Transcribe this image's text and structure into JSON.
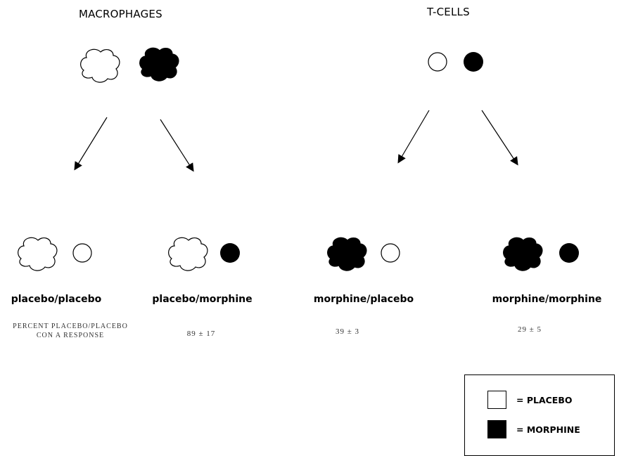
{
  "headers": {
    "macrophages": "MACROPHAGES",
    "tcells": "T-CELLS"
  },
  "groups": [
    {
      "label": "placebo/placebo"
    },
    {
      "label": "placebo/morphine",
      "value": "89 ± 17"
    },
    {
      "label": "morphine/placebo",
      "value": "39 ± 3"
    },
    {
      "label": "morphine/morphine",
      "value": "29 ± 5"
    }
  ],
  "note": {
    "line1": "PERCENT PLACEBO/PLACEBO",
    "line2": "CON A RESPONSE"
  },
  "legend": {
    "placebo": {
      "label": "= PLACEBO",
      "color": "#ffffff"
    },
    "morphine": {
      "label": "= MORPHINE",
      "color": "#000000"
    }
  }
}
